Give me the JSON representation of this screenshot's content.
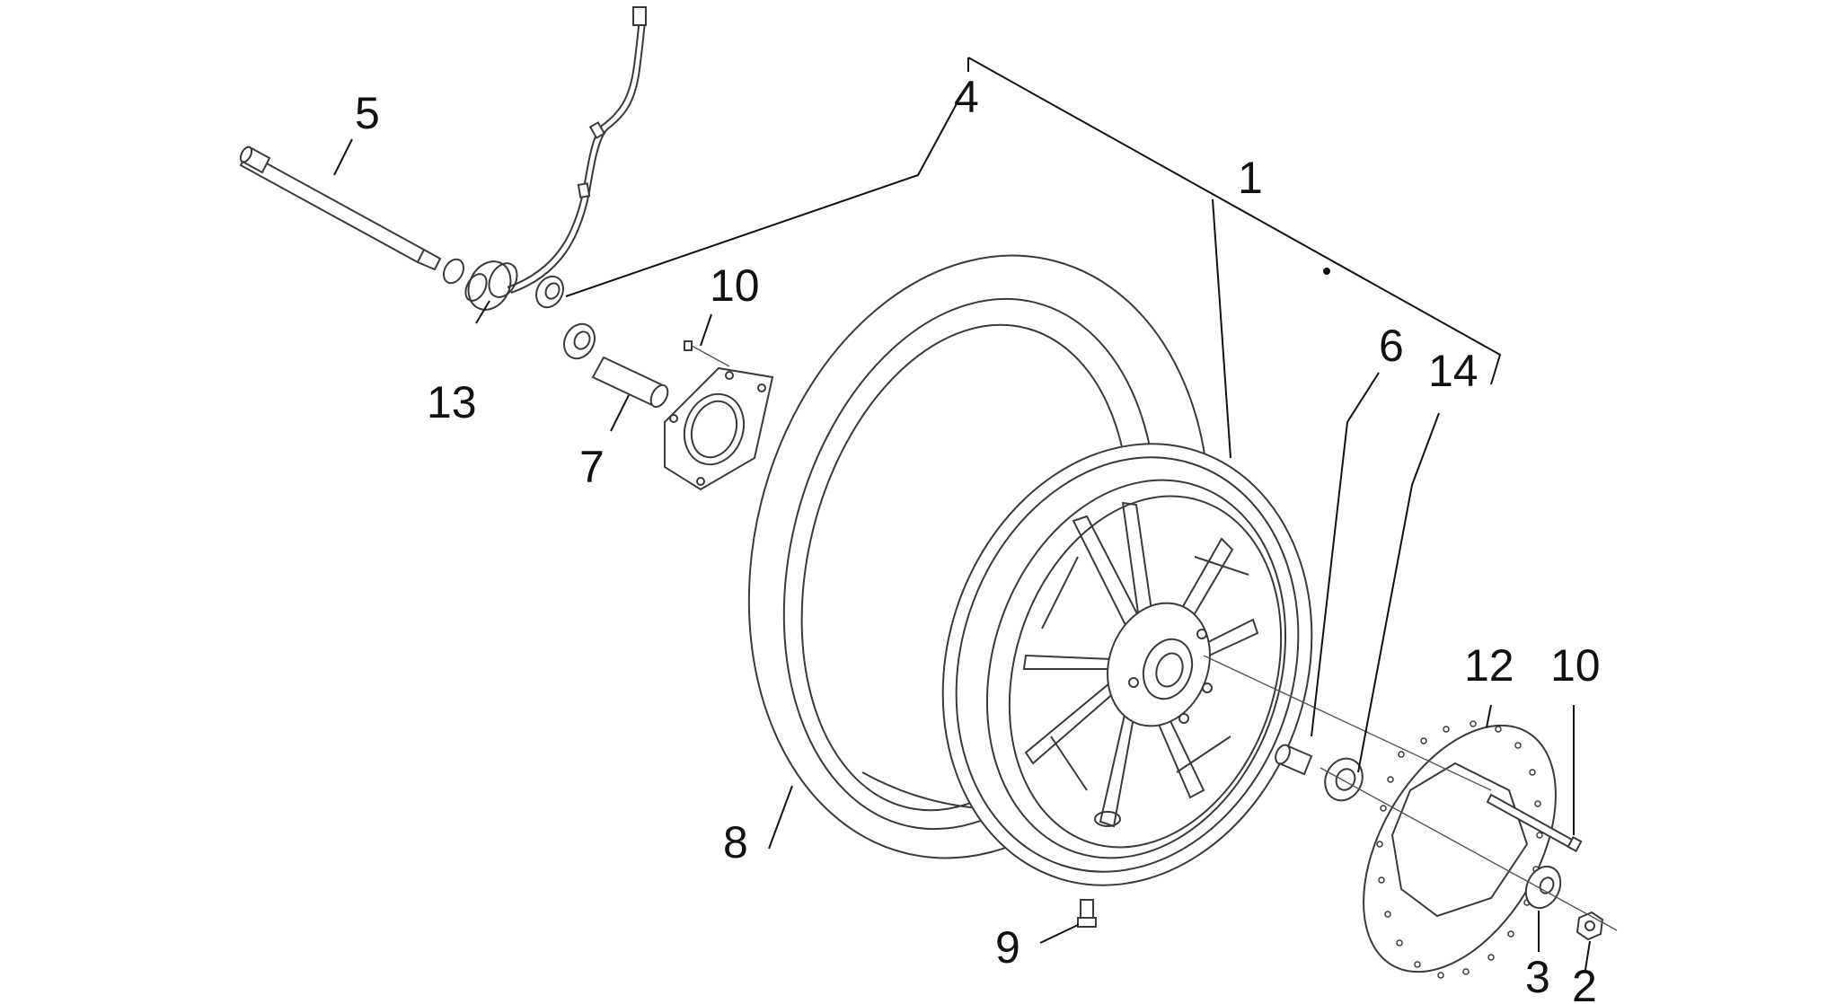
{
  "diagram": {
    "type": "exploded-parts-diagram",
    "colors": {
      "background": "#ffffff",
      "line": "#3a3a3a",
      "callout_text": "#111111"
    },
    "callouts": [
      {
        "id": "c1",
        "label": "1"
      },
      {
        "id": "c2",
        "label": "2"
      },
      {
        "id": "c3",
        "label": "3"
      },
      {
        "id": "c4",
        "label": "4"
      },
      {
        "id": "c5",
        "label": "5"
      },
      {
        "id": "c6",
        "label": "6"
      },
      {
        "id": "c7",
        "label": "7"
      },
      {
        "id": "c8",
        "label": "8"
      },
      {
        "id": "c9",
        "label": "9"
      },
      {
        "id": "c10a",
        "label": "10"
      },
      {
        "id": "c10b",
        "label": "10"
      },
      {
        "id": "c12",
        "label": "12"
      },
      {
        "id": "c13",
        "label": "13"
      },
      {
        "id": "c14",
        "label": "14"
      }
    ]
  }
}
